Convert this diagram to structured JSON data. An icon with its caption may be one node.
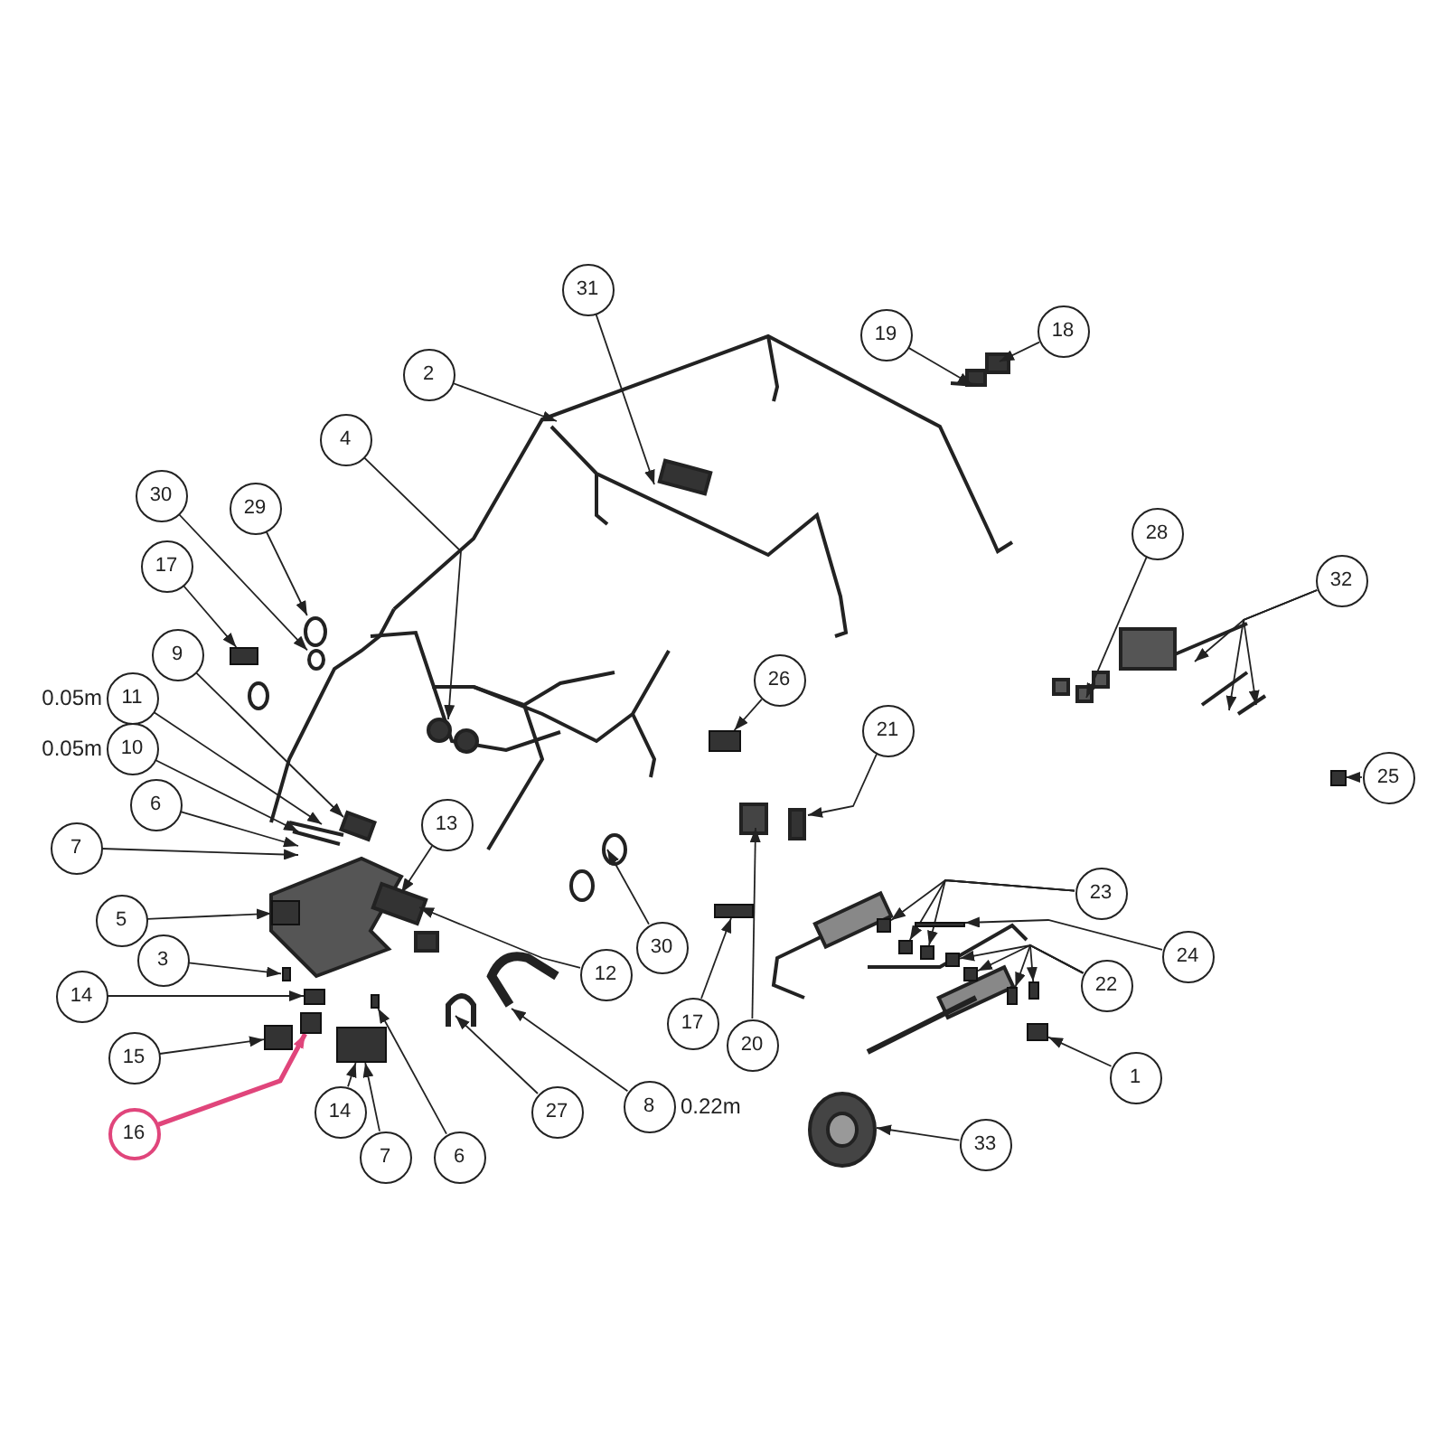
{
  "diagram": {
    "nodes": [
      {
        "text": [
          "31"
        ]
      },
      {
        "text": [
          "19"
        ]
      },
      {
        "text": [
          "18"
        ]
      },
      {
        "text": [
          "2"
        ]
      },
      {
        "text": [
          "4"
        ]
      },
      {
        "text": [
          "30"
        ]
      },
      {
        "text": [
          "29"
        ]
      },
      {
        "text": [
          "28"
        ]
      },
      {
        "text": [
          "32"
        ]
      },
      {
        "text": [
          "17"
        ]
      },
      {
        "text": [
          "9"
        ]
      },
      {
        "text": [
          "26"
        ]
      },
      {
        "text": [
          "11"
        ],
        "beside": [
          "0.05m"
        ]
      },
      {
        "text": [
          "10"
        ],
        "beside": [
          "0.05m"
        ]
      },
      {
        "text": [
          "21"
        ]
      },
      {
        "text": [
          "25"
        ]
      },
      {
        "text": [
          "6"
        ]
      },
      {
        "text": [
          "7"
        ]
      },
      {
        "text": [
          "13"
        ]
      },
      {
        "text": [
          "23"
        ]
      },
      {
        "text": [
          "5"
        ]
      },
      {
        "text": [
          "24"
        ]
      },
      {
        "text": [
          "30"
        ]
      },
      {
        "text": [
          "3"
        ]
      },
      {
        "text": [
          "12"
        ]
      },
      {
        "text": [
          "22"
        ]
      },
      {
        "text": [
          "14"
        ]
      },
      {
        "text": [
          "17"
        ]
      },
      {
        "text": [
          "15"
        ]
      },
      {
        "text": [
          "20"
        ]
      },
      {
        "text": [
          "1"
        ]
      },
      {
        "text": [
          "14"
        ]
      },
      {
        "text": [
          "27"
        ]
      },
      {
        "text": [
          "8"
        ],
        "beside": [
          "0.22m"
        ]
      },
      {
        "text": [
          "16"
        ]
      },
      {
        "text": [
          "7"
        ]
      },
      {
        "text": [
          "6"
        ]
      },
      {
        "text": [
          "33"
        ]
      },
      {
        "text": [],
        "shape": "box"
      },
      {
        "text": [],
        "shape": "box"
      },
      {
        "text": [],
        "shape": "box"
      },
      {
        "text": [],
        "shape": "box"
      },
      {
        "text": [],
        "shape": "box"
      },
      {
        "text": [],
        "shape": "box"
      },
      {
        "text": [],
        "shape": "box"
      },
      {
        "text": [],
        "shape": "box"
      },
      {
        "text": [],
        "shape": "box"
      },
      {
        "text": [],
        "shape": "box"
      },
      {
        "text": [],
        "shape": "circle"
      },
      {
        "text": [],
        "shape": "circle"
      },
      {
        "text": [],
        "shape": "box"
      },
      {
        "text": [],
        "shape": "box"
      },
      {
        "text": [],
        "shape": "box"
      },
      {
        "text": [],
        "shape": "box"
      },
      {
        "text": [],
        "shape": "box"
      },
      {
        "text": [],
        "shape": "box"
      },
      {
        "text": [],
        "shape": "box"
      },
      {
        "text": [],
        "shape": "box"
      },
      {
        "text": [],
        "shape": "box"
      },
      {
        "text": [],
        "shape": "bar"
      }
    ],
    "edges": [
      {
        "from": 0,
        "to": null,
        "arrow": "to"
      },
      {
        "from": 1,
        "to": null,
        "arrow": "to"
      },
      {
        "from": 2,
        "to": null,
        "arrow": "to"
      },
      {
        "from": 3,
        "to": null,
        "arrow": "to"
      },
      {
        "from": 4,
        "to": null,
        "arrow": "to"
      },
      {
        "from": 5,
        "to": 49,
        "arrow": "to"
      },
      {
        "from": 6,
        "to": 48,
        "arrow": "to"
      },
      {
        "from": 7,
        "to": null,
        "arrow": "to"
      },
      {
        "from": 8,
        "to": null,
        "arrow": "to"
      },
      {
        "from": 8,
        "to": null,
        "arrow": "to"
      },
      {
        "from": 8,
        "to": null,
        "arrow": "to"
      },
      {
        "from": 9,
        "to": 38,
        "arrow": "to"
      },
      {
        "from": 10,
        "to": null,
        "arrow": "to"
      },
      {
        "from": 11,
        "to": 39,
        "arrow": "to"
      },
      {
        "from": 12,
        "to": null,
        "arrow": "to"
      },
      {
        "from": 13,
        "to": null,
        "arrow": "to"
      },
      {
        "from": 14,
        "to": null,
        "arrow": "to"
      },
      {
        "from": 15,
        "to": 40,
        "arrow": "to"
      },
      {
        "from": 16,
        "to": null,
        "arrow": "to"
      },
      {
        "from": 17,
        "to": null,
        "arrow": "to"
      },
      {
        "from": 18,
        "to": null,
        "arrow": "to"
      },
      {
        "from": 19,
        "to": 55,
        "arrow": "to"
      },
      {
        "from": 19,
        "to": 56,
        "arrow": "to"
      },
      {
        "from": 19,
        "to": 57,
        "arrow": "to"
      },
      {
        "from": 20,
        "to": 58,
        "arrow": "to"
      },
      {
        "from": 21,
        "to": 59,
        "arrow": "to"
      },
      {
        "from": 22,
        "to": null,
        "arrow": "to"
      },
      {
        "from": 23,
        "to": 50,
        "arrow": "to"
      },
      {
        "from": 24,
        "to": null,
        "arrow": "to"
      },
      {
        "from": 25,
        "to": 51,
        "arrow": "to"
      },
      {
        "from": 25,
        "to": 52,
        "arrow": "to"
      },
      {
        "from": 25,
        "to": 53,
        "arrow": "to"
      },
      {
        "from": 25,
        "to": 54,
        "arrow": "to"
      },
      {
        "from": 26,
        "to": 46,
        "arrow": "to"
      },
      {
        "from": 27,
        "to": 41,
        "arrow": "to"
      },
      {
        "from": 28,
        "to": 42,
        "arrow": "to"
      },
      {
        "from": 29,
        "to": null,
        "arrow": "to"
      },
      {
        "from": 30,
        "to": 43,
        "arrow": "to"
      },
      {
        "from": 31,
        "to": 45,
        "arrow": "to"
      },
      {
        "from": 32,
        "to": null,
        "arrow": "to"
      },
      {
        "from": 33,
        "to": null,
        "arrow": "to"
      },
      {
        "from": 34,
        "to": 44,
        "arrow": "to",
        "style": "thick",
        "color": "#e0457b"
      },
      {
        "from": 35,
        "to": 45,
        "arrow": "to"
      },
      {
        "from": 36,
        "to": 47,
        "arrow": "to"
      },
      {
        "from": 37,
        "to": null,
        "arrow": "to"
      }
    ]
  }
}
